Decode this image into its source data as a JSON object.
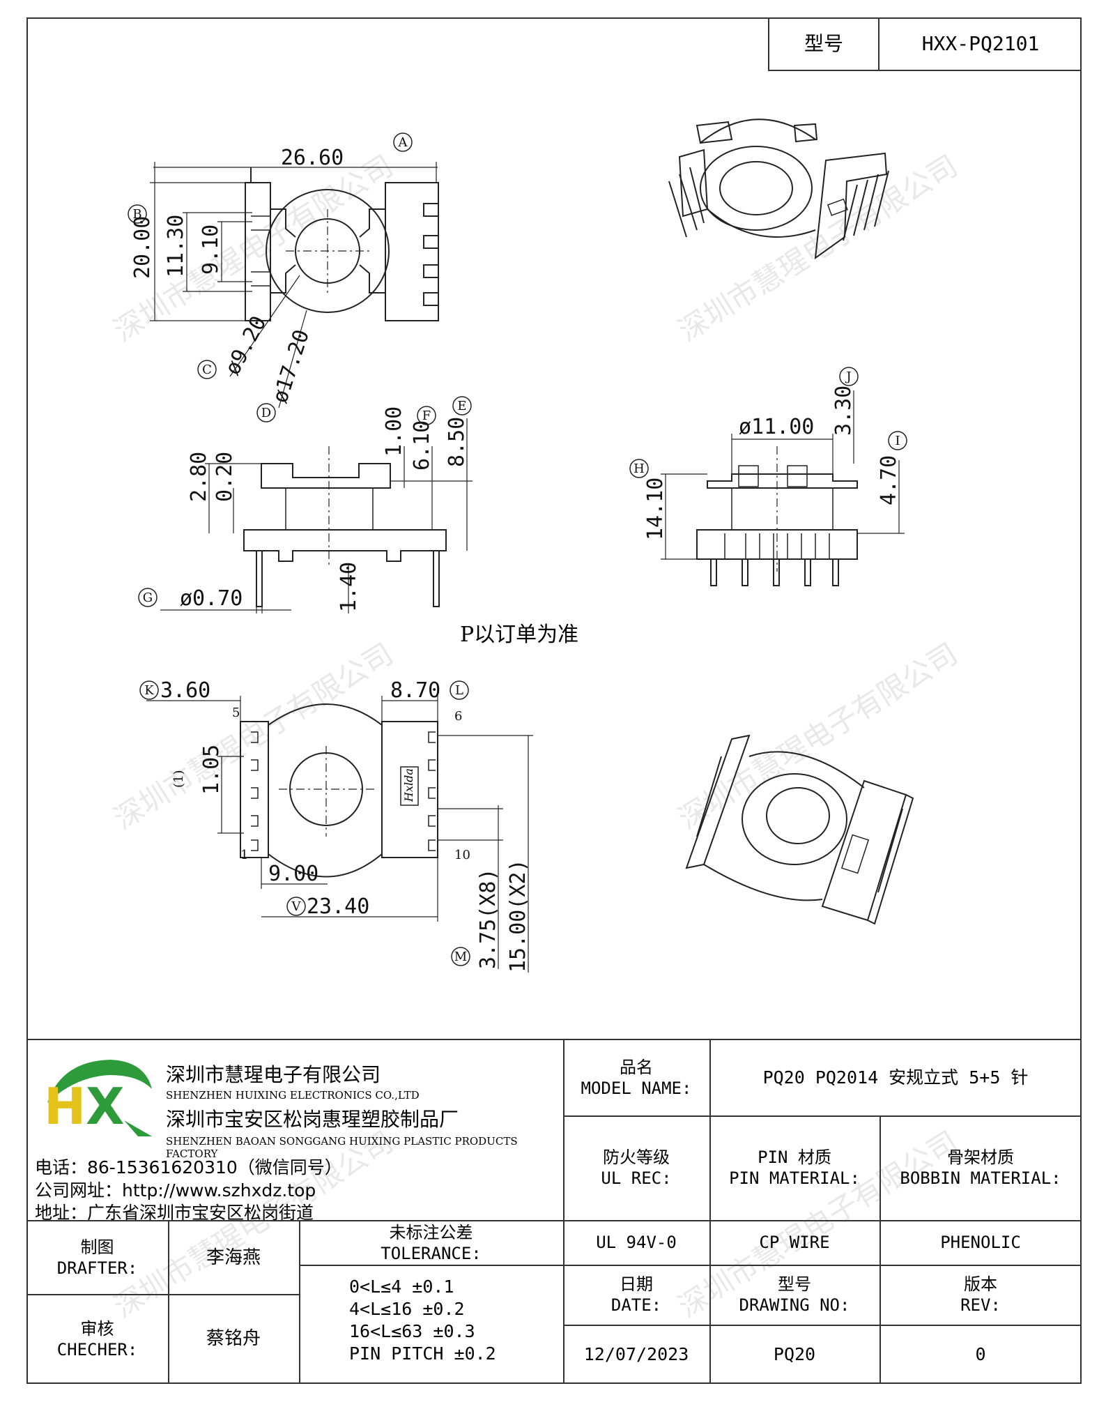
{
  "header": {
    "model_label": "型号",
    "model_value": "HXX-PQ2101"
  },
  "drawing": {
    "dims": {
      "a_width": "26.60",
      "a_marker": "A",
      "b_height": "20.00",
      "b_marker": "B",
      "h_11_30": "11.30",
      "h_9_10": "9.10",
      "c_dia": "ø9.20",
      "c_marker": "C",
      "d_dia": "ø17.20",
      "d_marker": "D",
      "d_2_80": "2.80",
      "d_0_20": "0.20",
      "d_1_00": "1.00",
      "f_6_10": "6.10",
      "f_marker": "F",
      "e_8_50": "8.50",
      "e_marker": "E",
      "g_pin": "ø0.70",
      "g_marker": "G",
      "d_1_40": "1.40",
      "pin_note": "P以订单为准",
      "dia_11": "ø11.00",
      "j_3_30": "3.30",
      "j_marker": "J",
      "i_4_70": "4.70",
      "i_marker": "I",
      "h_14_10": "14.10",
      "h_marker": "H",
      "k_3_60": "3.60",
      "k_marker": "K",
      "l_8_70": "8.70",
      "l_marker": "L",
      "pin5": "5",
      "pin6": "6",
      "pin1": "1",
      "pin10": "10",
      "d_1_05": "1.05",
      "d_1_05_note": "(1)",
      "d_9_00": "9.00",
      "v_23_40": "23.40",
      "v_marker": "V",
      "m_3_75": "3.75(X8)",
      "m_marker": "M",
      "d_15_00": "15.00(X2)",
      "logo_mark": "Hxlda"
    }
  },
  "watermark": "深圳市慧瑆电子有限公司",
  "company": {
    "name_cn": "深圳市慧瑆电子有限公司",
    "name_en": "SHENZHEN HUIXING ELECTRONICS CO.,LTD",
    "factory_cn": "深圳市宝安区松岗惠瑆塑胶制品厂",
    "factory_en": "SHENZHEN BAOAN SONGGANG HUIXING PLASTIC PRODUCTS FACTORY",
    "phone": "电话：86-15361620310（微信同号）",
    "website": "公司网址：http://www.szhxdz.top",
    "address": "地址：广东省深圳市宝安区松岗街道",
    "logo_h": "H",
    "logo_x": "X",
    "colors": {
      "green": "#2e9b3a",
      "yellow": "#e3c31a"
    }
  },
  "titleblock": {
    "model_name_cn": "品名",
    "model_name_en": "MODEL NAME:",
    "model_name_value": "PQ20 PQ2014 安规立式 5+5 针",
    "ul_cn": "防火等级",
    "ul_en": "UL REC:",
    "ul_value": "UL 94V-0",
    "pin_mat_cn": "PIN 材质",
    "pin_mat_en": "PIN MATERIAL:",
    "pin_mat_value": "CP WIRE",
    "bobbin_cn": "骨架材质",
    "bobbin_en": "BOBBIN MATERIAL:",
    "bobbin_value": "PHENOLIC",
    "drafter_cn": "制图",
    "drafter_en": "DRAFTER:",
    "drafter_value": "李海燕",
    "checker_cn": "审核",
    "checker_en": "CHECHER:",
    "checker_value": "蔡铭舟",
    "tol_cn": "未标注公差",
    "tol_en": "TOLERANCE:",
    "tol_lines": [
      "0<L≤4  ±0.1",
      "4<L≤16 ±0.2",
      "16<L≤63 ±0.3",
      "PIN PITCH ±0.2"
    ],
    "date_cn": "日期",
    "date_en": "DATE:",
    "date_value": "12/07/2023",
    "drawing_no_cn": "型号",
    "drawing_no_en": "DRAWING NO:",
    "drawing_no_value": "PQ20",
    "rev_cn": "版本",
    "rev_en": "REV:",
    "rev_value": "0"
  }
}
